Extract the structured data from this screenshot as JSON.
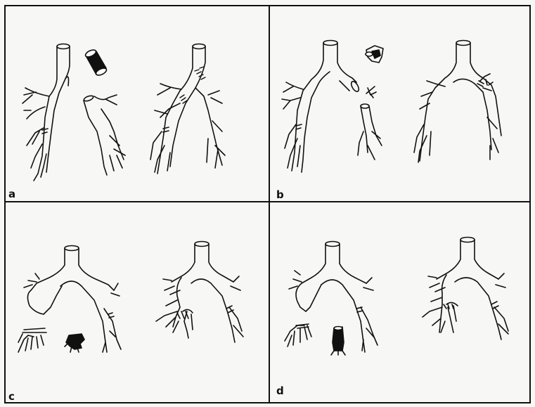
{
  "figure": {
    "panels": [
      {
        "id": "a",
        "label": "a"
      },
      {
        "id": "b",
        "label": "b"
      },
      {
        "id": "c",
        "label": "c"
      },
      {
        "id": "d",
        "label": "d"
      }
    ],
    "colors": {
      "line": "#111111",
      "fill": "#ffffff",
      "background": "#f7f7f5",
      "resected": "#111111"
    }
  }
}
